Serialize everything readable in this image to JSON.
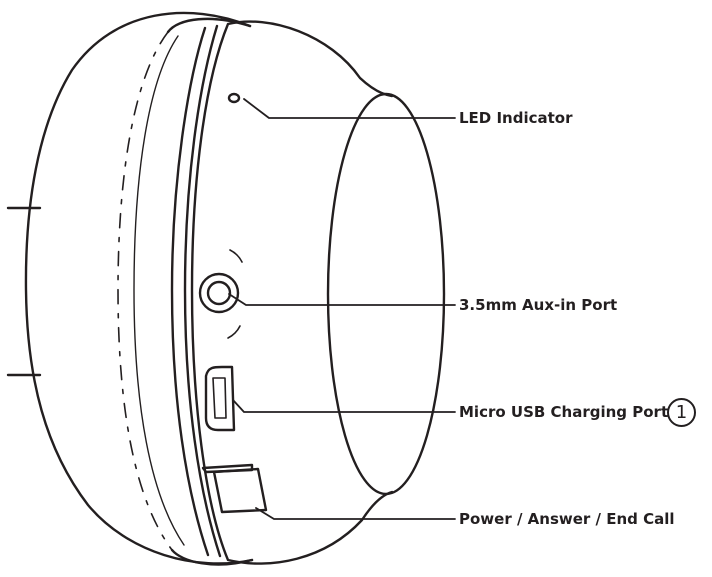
{
  "callouts": {
    "led": "LED Indicator",
    "aux": "3.5mm Aux-in Port",
    "usb": "Micro USB Charging Port",
    "power": "Power / Answer / End Call"
  },
  "usb_badge": "1"
}
